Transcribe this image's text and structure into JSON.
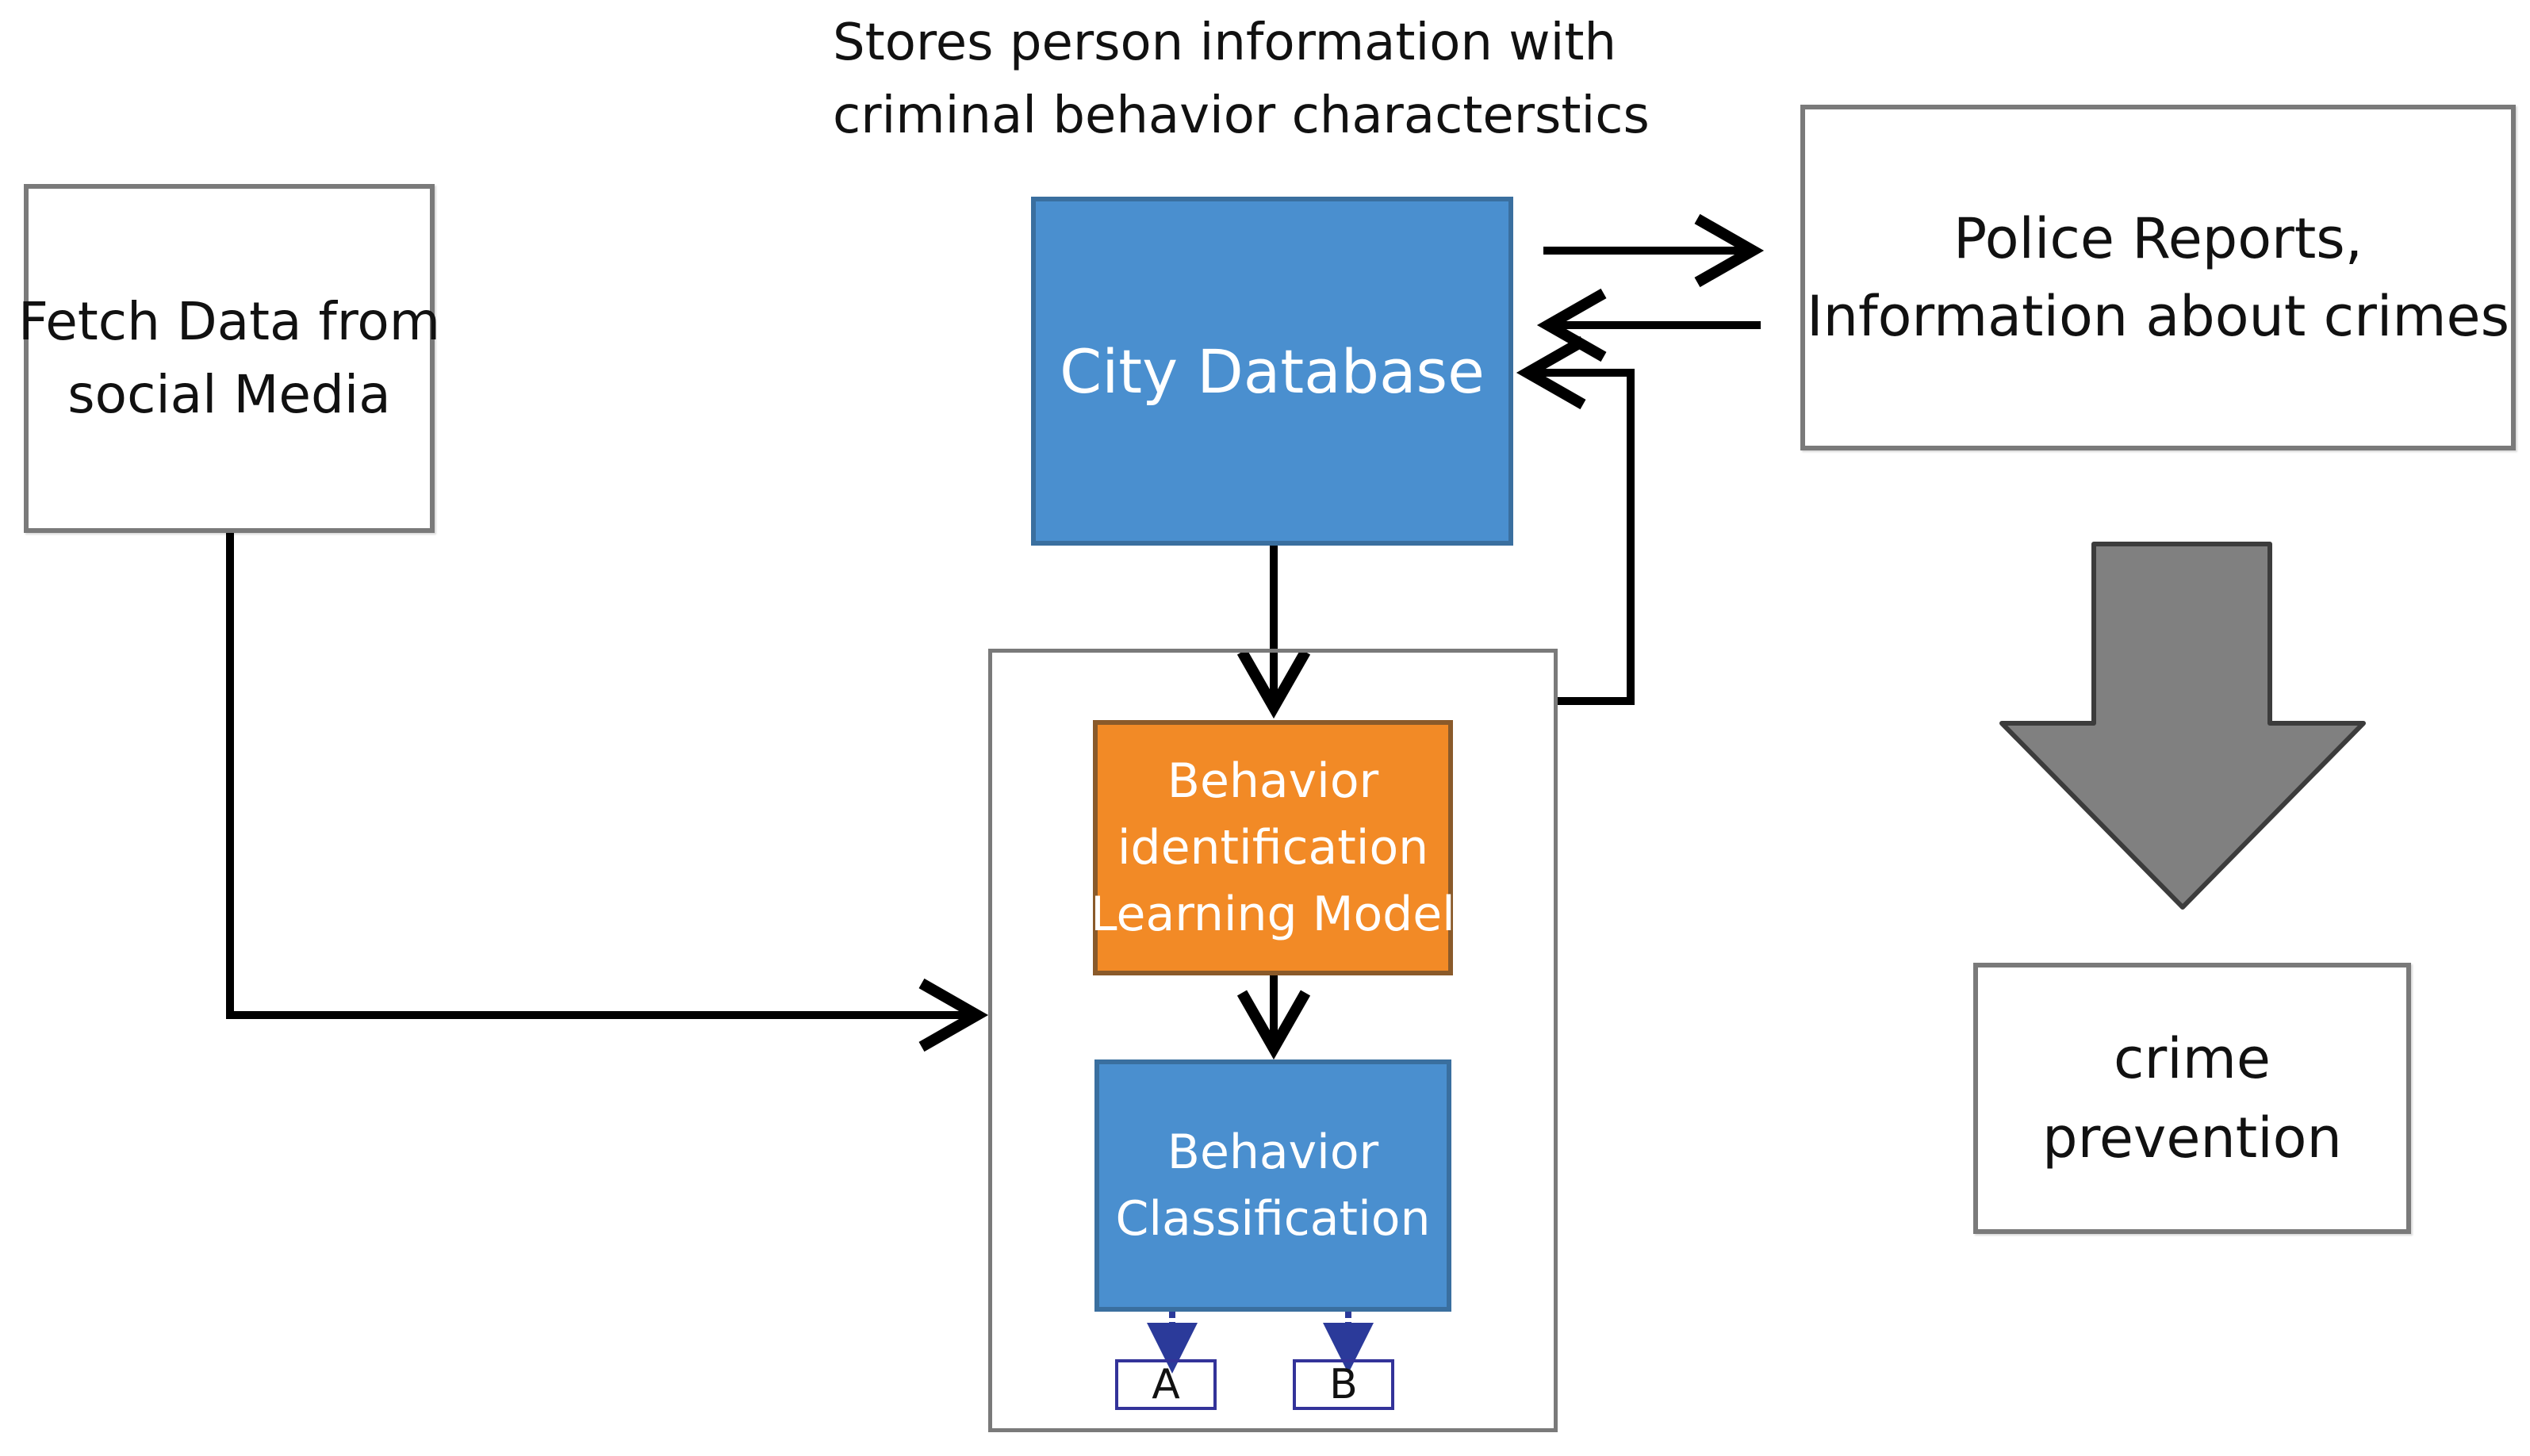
{
  "diagram": {
    "caption": {
      "line1": "Stores person information with",
      "line2": "criminal behavior characterstics"
    },
    "social_media": {
      "line1": "Fetch Data from",
      "line2": "social Media"
    },
    "city_database": {
      "label": "City Database"
    },
    "police_reports": {
      "line1": "Police Reports,",
      "line2": "Information about crimes"
    },
    "learning_model": {
      "line1": "Behavior",
      "line2": "identification",
      "line3": "Learning Model"
    },
    "classification": {
      "line1": "Behavior",
      "line2": "Classification"
    },
    "outputs": {
      "a": "A",
      "b": "B"
    },
    "crime_prevention": {
      "line1": "crime",
      "line2": "prevention"
    }
  },
  "colors": {
    "blue_box": "#4a8fcf",
    "orange_box": "#f28a26",
    "big_arrow": "#808080",
    "dashed_arrow": "#2b3a9a",
    "connector": "#000000"
  }
}
